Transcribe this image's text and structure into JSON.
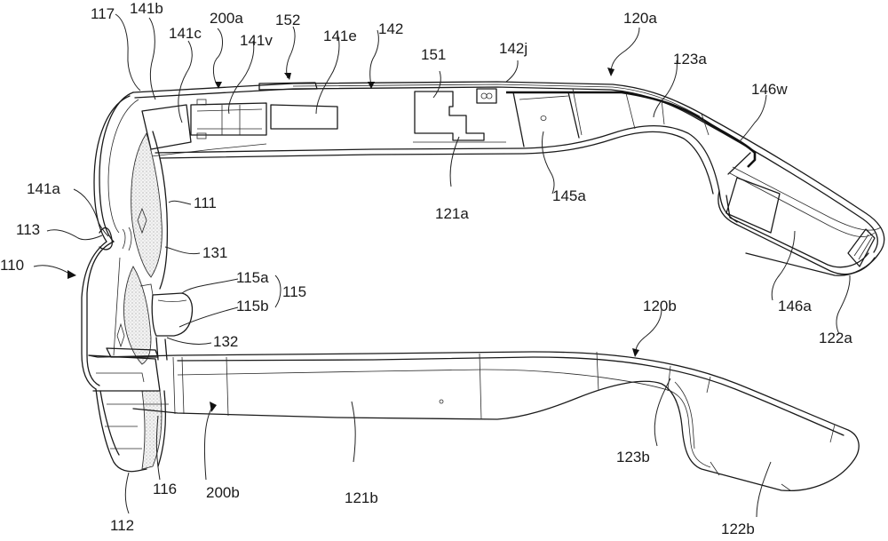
{
  "figure": {
    "description": "Patent line drawing: cross-sectional side view of smart glasses with two temples",
    "labels": [
      {
        "id": "117",
        "text": "117"
      },
      {
        "id": "141b",
        "text": "141b"
      },
      {
        "id": "141c",
        "text": "141c"
      },
      {
        "id": "200a",
        "text": "200a"
      },
      {
        "id": "141v",
        "text": "141v"
      },
      {
        "id": "152",
        "text": "152"
      },
      {
        "id": "141e",
        "text": "141e"
      },
      {
        "id": "142",
        "text": "142"
      },
      {
        "id": "151",
        "text": "151"
      },
      {
        "id": "142j",
        "text": "142j"
      },
      {
        "id": "120a",
        "text": "120a"
      },
      {
        "id": "123a",
        "text": "123a"
      },
      {
        "id": "146w",
        "text": "146w"
      },
      {
        "id": "141a",
        "text": "141a"
      },
      {
        "id": "111",
        "text": "111"
      },
      {
        "id": "121a",
        "text": "121a"
      },
      {
        "id": "145a",
        "text": "145a"
      },
      {
        "id": "113",
        "text": "113"
      },
      {
        "id": "131",
        "text": "131"
      },
      {
        "id": "110",
        "text": "110"
      },
      {
        "id": "115a",
        "text": "115a"
      },
      {
        "id": "115",
        "text": "115"
      },
      {
        "id": "115b",
        "text": "115b"
      },
      {
        "id": "146a",
        "text": "146a"
      },
      {
        "id": "132",
        "text": "132"
      },
      {
        "id": "120b",
        "text": "120b"
      },
      {
        "id": "122a",
        "text": "122a"
      },
      {
        "id": "123b",
        "text": "123b"
      },
      {
        "id": "116",
        "text": "116"
      },
      {
        "id": "200b",
        "text": "200b"
      },
      {
        "id": "121b",
        "text": "121b"
      },
      {
        "id": "112",
        "text": "112"
      },
      {
        "id": "122b",
        "text": "122b"
      }
    ]
  }
}
